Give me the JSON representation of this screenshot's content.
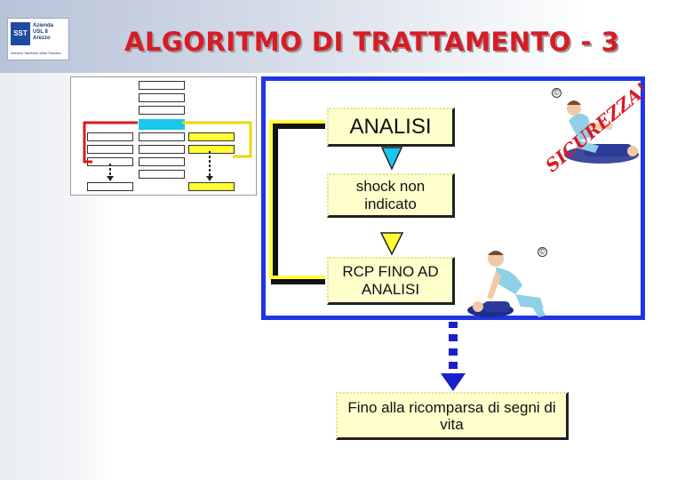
{
  "header": {
    "title": "ALGORITMO DI TRATTAMENTO - 3",
    "logo_mark": "SST",
    "logo_text": "Azienda\nUSL 8\nArezzo",
    "logo_subtext": "Servizio Sanitario della Toscana"
  },
  "flow": {
    "analisi": "ANALISI",
    "shock_non_indicato": "shock non indicato",
    "rcp_fino_ad_analisi": "RCP FINO AD ANALISI",
    "fino_alla_ricomparsa": "Fino alla ricomparsa di segni di vita"
  },
  "illustrations": {
    "safety_word": "SICUREZZA!",
    "copyright_symbol": "©"
  },
  "colors": {
    "title": "#d81b24",
    "frame": "#2036e6",
    "box_fill": "#ffffcc",
    "arrow_yellow": "#ffff33",
    "arrow_blue": "#1a20c8",
    "thumb_highlight": "#19c7ee",
    "thumb_red": "#d61b1b"
  }
}
